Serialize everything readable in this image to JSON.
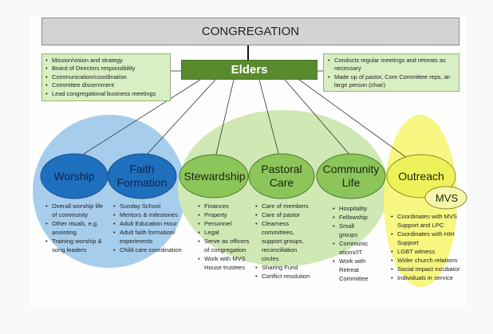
{
  "header": {
    "title": "CONGREGATION"
  },
  "elders": {
    "label": "Elders",
    "left_notes": [
      "Mission/vision and strategy",
      "Board of Directors responsibility",
      "Communication/coordination",
      "Committee discernment",
      "Lead congregational business meetings"
    ],
    "right_notes": [
      "Conducts regular meetings and retreats as necessary",
      "Made up of pastor, Core Committee reps, at-large person (chair)"
    ]
  },
  "colors": {
    "blue_group": "#a7cdec",
    "dark_blue": "#1f6fbf",
    "green_group": "#cfe8b4",
    "green_node": "#8cc65a",
    "yellow_group": "#f7f77a",
    "yellow_node": "#eef25a",
    "elders_bg": "#5a8a2e"
  },
  "committees": [
    {
      "name": "Worship",
      "items": [
        "Overall worship life of community",
        "Other rituals, e.g. anointing",
        "Training worship & song leaders"
      ]
    },
    {
      "name": "Faith Formation",
      "items": [
        "Sunday School",
        "Mentors & milestones",
        "Adult Education Hour",
        "Adult faith formation/ experiments",
        "Child care coordination"
      ]
    },
    {
      "name": "Stewardship",
      "items": [
        "Finances",
        "Property",
        "Personnel",
        "Legal",
        "Serve as officers of congregation",
        "Work with MVS House trustees"
      ]
    },
    {
      "name": "Pastoral Care",
      "items": [
        "Care of members",
        "Care of pastor",
        "Clearness committees, support groups, reconciliation circles",
        "Sharing Fund",
        "Conflict resolution"
      ]
    },
    {
      "name": "Community Life",
      "items": [
        "Hospitality",
        "Fellowship",
        "Small groups",
        "Communic ations/IT",
        "Work with Retreat Committee"
      ]
    },
    {
      "name": "Outreach",
      "items": [
        "Coordinates with MVS Support and LPC",
        "Coordinates with HIH Support",
        "LGBT witness",
        "Wider church relations",
        "Social impact incubator",
        "Individuals in service"
      ]
    }
  ],
  "sub_node": {
    "name": "MVS"
  }
}
